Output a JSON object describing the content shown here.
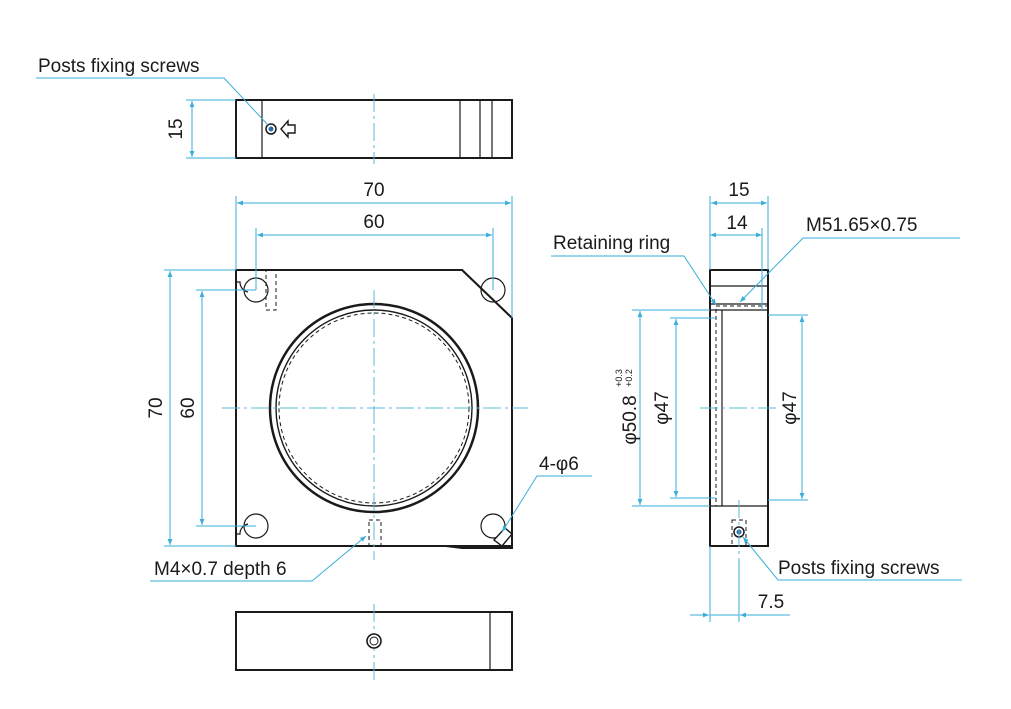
{
  "labels": {
    "posts_fixing_screws_top": "Posts fixing screws",
    "posts_fixing_screws_side": "Posts fixing screws",
    "retaining_ring": "Retaining ring",
    "thread": "M51.65×0.75",
    "holes": "4-φ6",
    "tapped_hole": "M4×0.7 depth 6"
  },
  "dimensions": {
    "top_height": "15",
    "width_outer": "70",
    "width_inner": "60",
    "height_outer": "70",
    "height_inner": "60",
    "side_width": "15",
    "side_inner_width": "14",
    "bore_diameter": "φ50.8",
    "bore_tol_upper": "+0.3",
    "bore_tol_lower": "+0.2",
    "ring_diameter_left": "φ47",
    "ring_diameter_right": "φ47",
    "screw_offset": "7.5"
  },
  "colors": {
    "outline": "#1a1a1a",
    "dimension": "#3aaed8",
    "centerline": "#5bb8d6"
  }
}
